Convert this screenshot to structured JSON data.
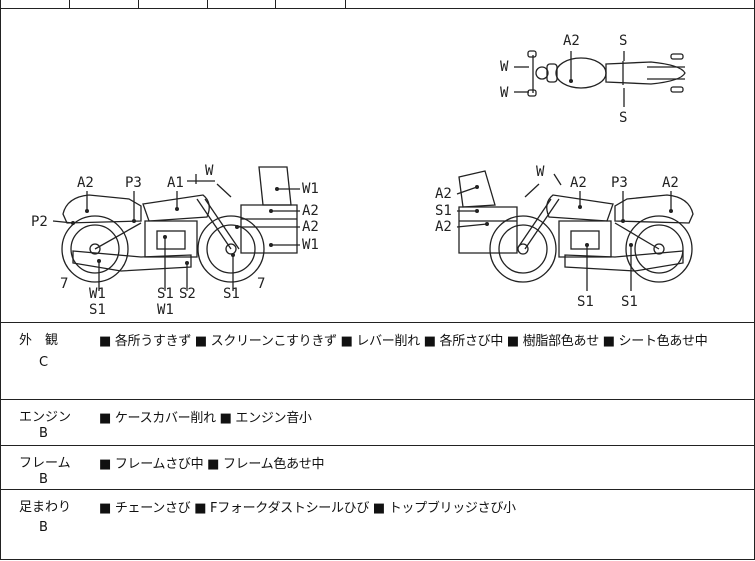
{
  "diagram": {
    "top_view": {
      "left_handle": "W",
      "right_handle": "W",
      "tank": "A2",
      "seat_top": "S",
      "seat_bottom": "S"
    },
    "left_view": {
      "labels": [
        "A2",
        "P3",
        "A1",
        "W",
        "W1",
        "P2",
        "A2",
        "A2",
        "W1",
        "7",
        "7",
        "W1",
        "S1",
        "S1",
        "S2",
        "S1",
        "W1"
      ]
    },
    "right_view": {
      "labels": [
        "W",
        "A2",
        "P3",
        "A2",
        "A2",
        "S1",
        "A2",
        "S1",
        "S1"
      ]
    }
  },
  "rows": [
    {
      "label": "外　観",
      "grade": "C",
      "text": "■ 各所うすきず ■ スクリーンこすりきず ■ レバー削れ ■ 各所さび中 ■ 樹脂部色あせ ■ シート色あせ中"
    },
    {
      "label": "エンジン",
      "grade": "B",
      "text": "■ ケースカバー削れ ■ エンジン音小"
    },
    {
      "label": "フレーム",
      "grade": "B",
      "text": "■ フレームさび中 ■ フレーム色あせ中"
    },
    {
      "label": "足まわり",
      "grade": "B",
      "text": "■ チェーンさび ■ Fフォークダストシールひび ■ トップブリッジさび小"
    }
  ]
}
